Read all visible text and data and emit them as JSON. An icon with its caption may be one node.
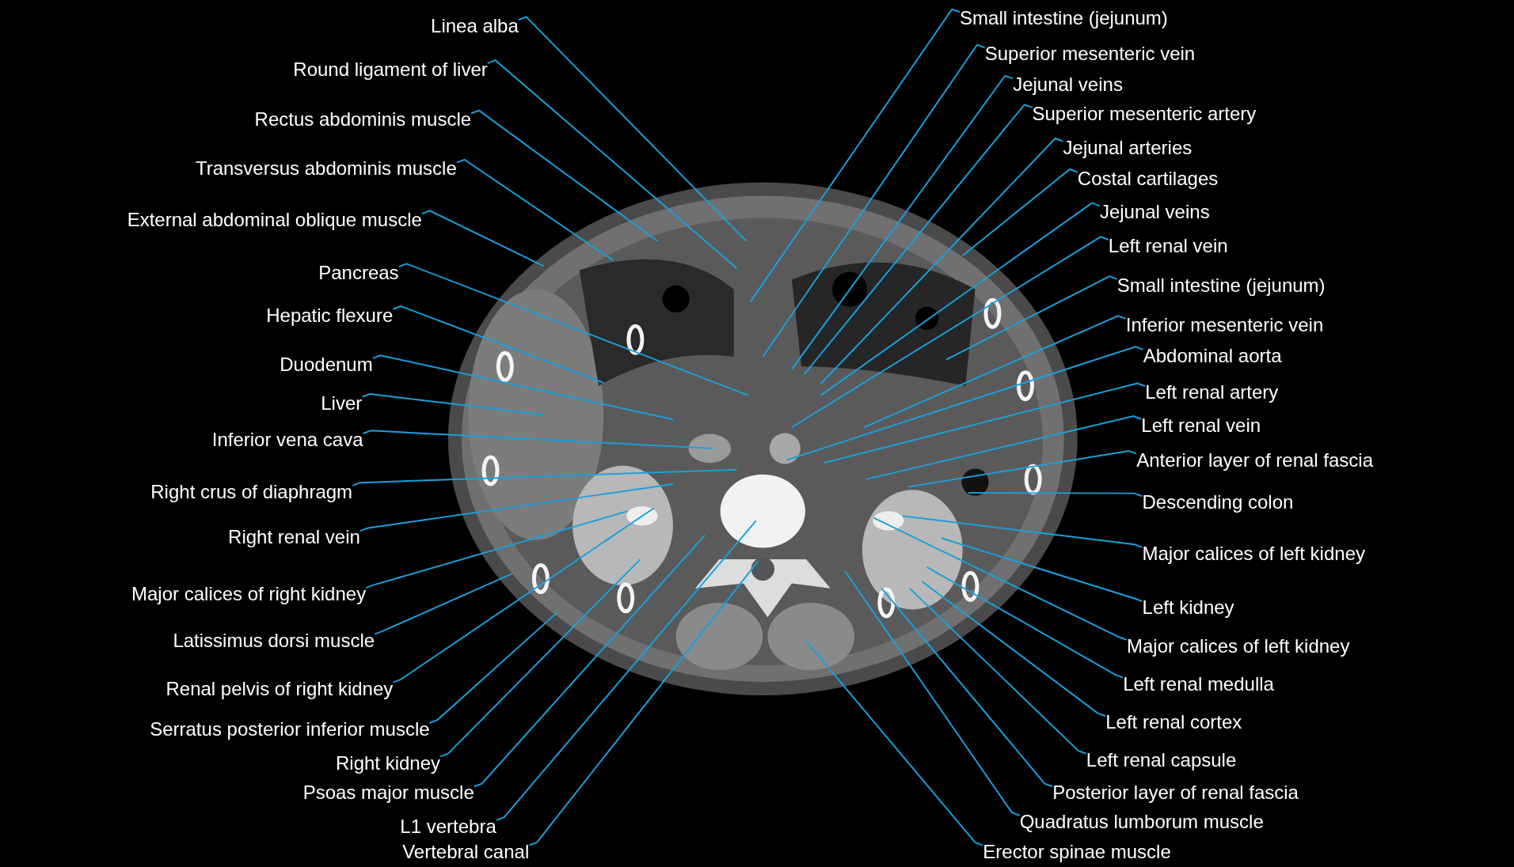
{
  "diagram": {
    "nodes": [
      {
        "text": [
          "Linea alba"
        ]
      },
      {
        "text": [
          "Round ligament of liver"
        ]
      },
      {
        "text": [
          "Rectus abdominis muscle"
        ]
      },
      {
        "text": [
          "Transversus abdominis muscle"
        ]
      },
      {
        "text": [
          "External abdominal oblique muscle"
        ]
      },
      {
        "text": [
          "Pancreas"
        ]
      },
      {
        "text": [
          "Hepatic flexure"
        ]
      },
      {
        "text": [
          "Duodenum"
        ]
      },
      {
        "text": [
          "Liver"
        ]
      },
      {
        "text": [
          "Inferior vena cava"
        ]
      },
      {
        "text": [
          "Right crus of diaphragm"
        ]
      },
      {
        "text": [
          "Right renal vein"
        ]
      },
      {
        "text": [
          "Major calices of right kidney"
        ]
      },
      {
        "text": [
          "Latissimus dorsi muscle"
        ]
      },
      {
        "text": [
          "Renal pelvis of right kidney"
        ]
      },
      {
        "text": [
          "Serratus posterior inferior muscle"
        ]
      },
      {
        "text": [
          "Right kidney"
        ]
      },
      {
        "text": [
          "Psoas major muscle"
        ]
      },
      {
        "text": [
          "L1 vertebra"
        ]
      },
      {
        "text": [
          "Vertebral canal"
        ]
      },
      {
        "text": [
          "Small intestine (jejunum)"
        ]
      },
      {
        "text": [
          "Superior mesenteric vein"
        ]
      },
      {
        "text": [
          "Jejunal veins"
        ]
      },
      {
        "text": [
          "Superior mesenteric artery"
        ]
      },
      {
        "text": [
          "Jejunal arteries"
        ]
      },
      {
        "text": [
          "Costal cartilages"
        ]
      },
      {
        "text": [
          "Jejunal veins"
        ]
      },
      {
        "text": [
          "Left renal vein"
        ]
      },
      {
        "text": [
          "Small intestine (jejunum)"
        ]
      },
      {
        "text": [
          "Inferior mesenteric vein"
        ]
      },
      {
        "text": [
          "Abdominal aorta"
        ]
      },
      {
        "text": [
          "Left renal artery"
        ]
      },
      {
        "text": [
          "Left renal vein"
        ]
      },
      {
        "text": [
          "Anterior layer of renal fascia"
        ]
      },
      {
        "text": [
          "Descending colon"
        ]
      },
      {
        "text": [
          "Major calices of left kidney"
        ]
      },
      {
        "text": [
          "Left kidney"
        ]
      },
      {
        "text": [
          "Major calices of left kidney"
        ]
      },
      {
        "text": [
          "Left renal medulla"
        ]
      },
      {
        "text": [
          "Left renal cortex"
        ]
      },
      {
        "text": [
          "Left renal capsule"
        ]
      },
      {
        "text": [
          "Posterior layer of renal fascia"
        ]
      },
      {
        "text": [
          "Quadratus lumborum muscle"
        ]
      },
      {
        "text": [
          "Erector spinae muscle"
        ]
      }
    ],
    "edges": [
      {
        "from": 0,
        "to": null,
        "arrow": "none"
      },
      {
        "from": 1,
        "to": null,
        "arrow": "none"
      },
      {
        "from": 2,
        "to": null,
        "arrow": "none"
      },
      {
        "from": 3,
        "to": null,
        "arrow": "none"
      },
      {
        "from": 4,
        "to": null,
        "arrow": "none"
      },
      {
        "from": 5,
        "to": null,
        "arrow": "none"
      },
      {
        "from": 6,
        "to": null,
        "arrow": "none"
      },
      {
        "from": 7,
        "to": null,
        "arrow": "none"
      },
      {
        "from": 8,
        "to": null,
        "arrow": "none"
      },
      {
        "from": 9,
        "to": null,
        "arrow": "none"
      },
      {
        "from": 10,
        "to": null,
        "arrow": "none"
      },
      {
        "from": 11,
        "to": null,
        "arrow": "none"
      },
      {
        "from": 12,
        "to": null,
        "arrow": "none"
      },
      {
        "from": 13,
        "to": null,
        "arrow": "none"
      },
      {
        "from": 14,
        "to": null,
        "arrow": "none"
      },
      {
        "from": 15,
        "to": null,
        "arrow": "none"
      },
      {
        "from": 16,
        "to": null,
        "arrow": "none"
      },
      {
        "from": 17,
        "to": null,
        "arrow": "none"
      },
      {
        "from": 18,
        "to": null,
        "arrow": "none"
      },
      {
        "from": 19,
        "to": null,
        "arrow": "none"
      },
      {
        "from": 20,
        "to": null,
        "arrow": "none"
      },
      {
        "from": 21,
        "to": null,
        "arrow": "none"
      },
      {
        "from": 22,
        "to": null,
        "arrow": "none"
      },
      {
        "from": 23,
        "to": null,
        "arrow": "none"
      },
      {
        "from": 24,
        "to": null,
        "arrow": "none"
      },
      {
        "from": 25,
        "to": null,
        "arrow": "none"
      },
      {
        "from": 26,
        "to": null,
        "arrow": "none"
      },
      {
        "from": 27,
        "to": null,
        "arrow": "none"
      },
      {
        "from": 28,
        "to": null,
        "arrow": "none"
      },
      {
        "from": 29,
        "to": null,
        "arrow": "none"
      },
      {
        "from": 30,
        "to": null,
        "arrow": "none"
      },
      {
        "from": 31,
        "to": null,
        "arrow": "none"
      },
      {
        "from": 32,
        "to": null,
        "arrow": "none"
      },
      {
        "from": 33,
        "to": null,
        "arrow": "none"
      },
      {
        "from": 34,
        "to": null,
        "arrow": "none"
      },
      {
        "from": 35,
        "to": null,
        "arrow": "none"
      },
      {
        "from": 36,
        "to": null,
        "arrow": "none"
      },
      {
        "from": 37,
        "to": null,
        "arrow": "none"
      },
      {
        "from": 38,
        "to": null,
        "arrow": "none"
      },
      {
        "from": 39,
        "to": null,
        "arrow": "none"
      },
      {
        "from": 40,
        "to": null,
        "arrow": "none"
      },
      {
        "from": 41,
        "to": null,
        "arrow": "none"
      },
      {
        "from": 42,
        "to": null,
        "arrow": "none"
      },
      {
        "from": 43,
        "to": null,
        "arrow": "none"
      }
    ]
  }
}
